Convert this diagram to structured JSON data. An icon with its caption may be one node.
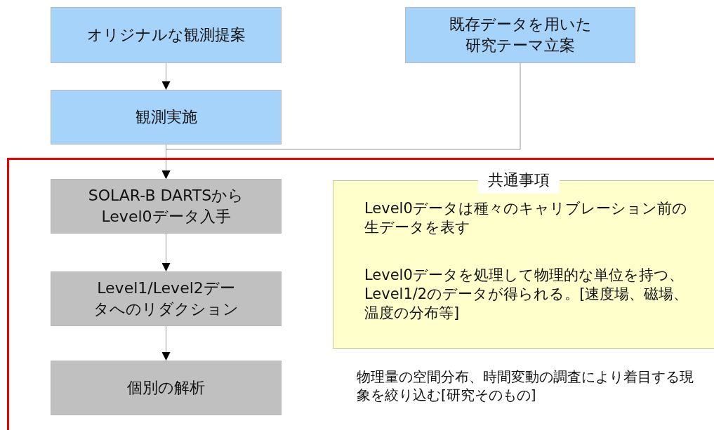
{
  "diagram": {
    "nodes": [
      {
        "text": [
          "オリジナルな観測提案"
        ]
      },
      {
        "text": [
          "既存データを用いた研究テーマ立案"
        ]
      },
      {
        "text": [
          "観測実施"
        ]
      },
      {
        "text": [],
        "shape": "box"
      },
      {
        "text": [
          "SOLAR-B DARTSからLevel0データ入手"
        ],
        "in": 3
      },
      {
        "text": [
          "Level1/Level2データへのリダクション"
        ],
        "in": 3
      },
      {
        "text": [
          "個別の解析"
        ],
        "in": 3
      },
      {
        "text": [
          "共通事項",
          "Level0データは種々のキャリブレーション前の生データを表す",
          "Level0データを処理して物理的な単位を持つ、Level1/2のデータが得られる。[速度場、磁場、温度の分布等]"
        ],
        "in": 3
      }
    ],
    "edges": [
      {
        "from": 0,
        "to": 2,
        "arrow": "to"
      },
      {
        "from": 1,
        "to": 4,
        "arrow": "to"
      },
      {
        "from": 2,
        "to": 4,
        "arrow": "to"
      },
      {
        "from": 4,
        "to": 5,
        "arrow": "to"
      },
      {
        "from": 5,
        "to": 6,
        "arrow": "to"
      }
    ],
    "labels": [
      "物理量の空間分布、時間変動の調査により着目する現象を絞り込む[研究そのもの]"
    ]
  }
}
